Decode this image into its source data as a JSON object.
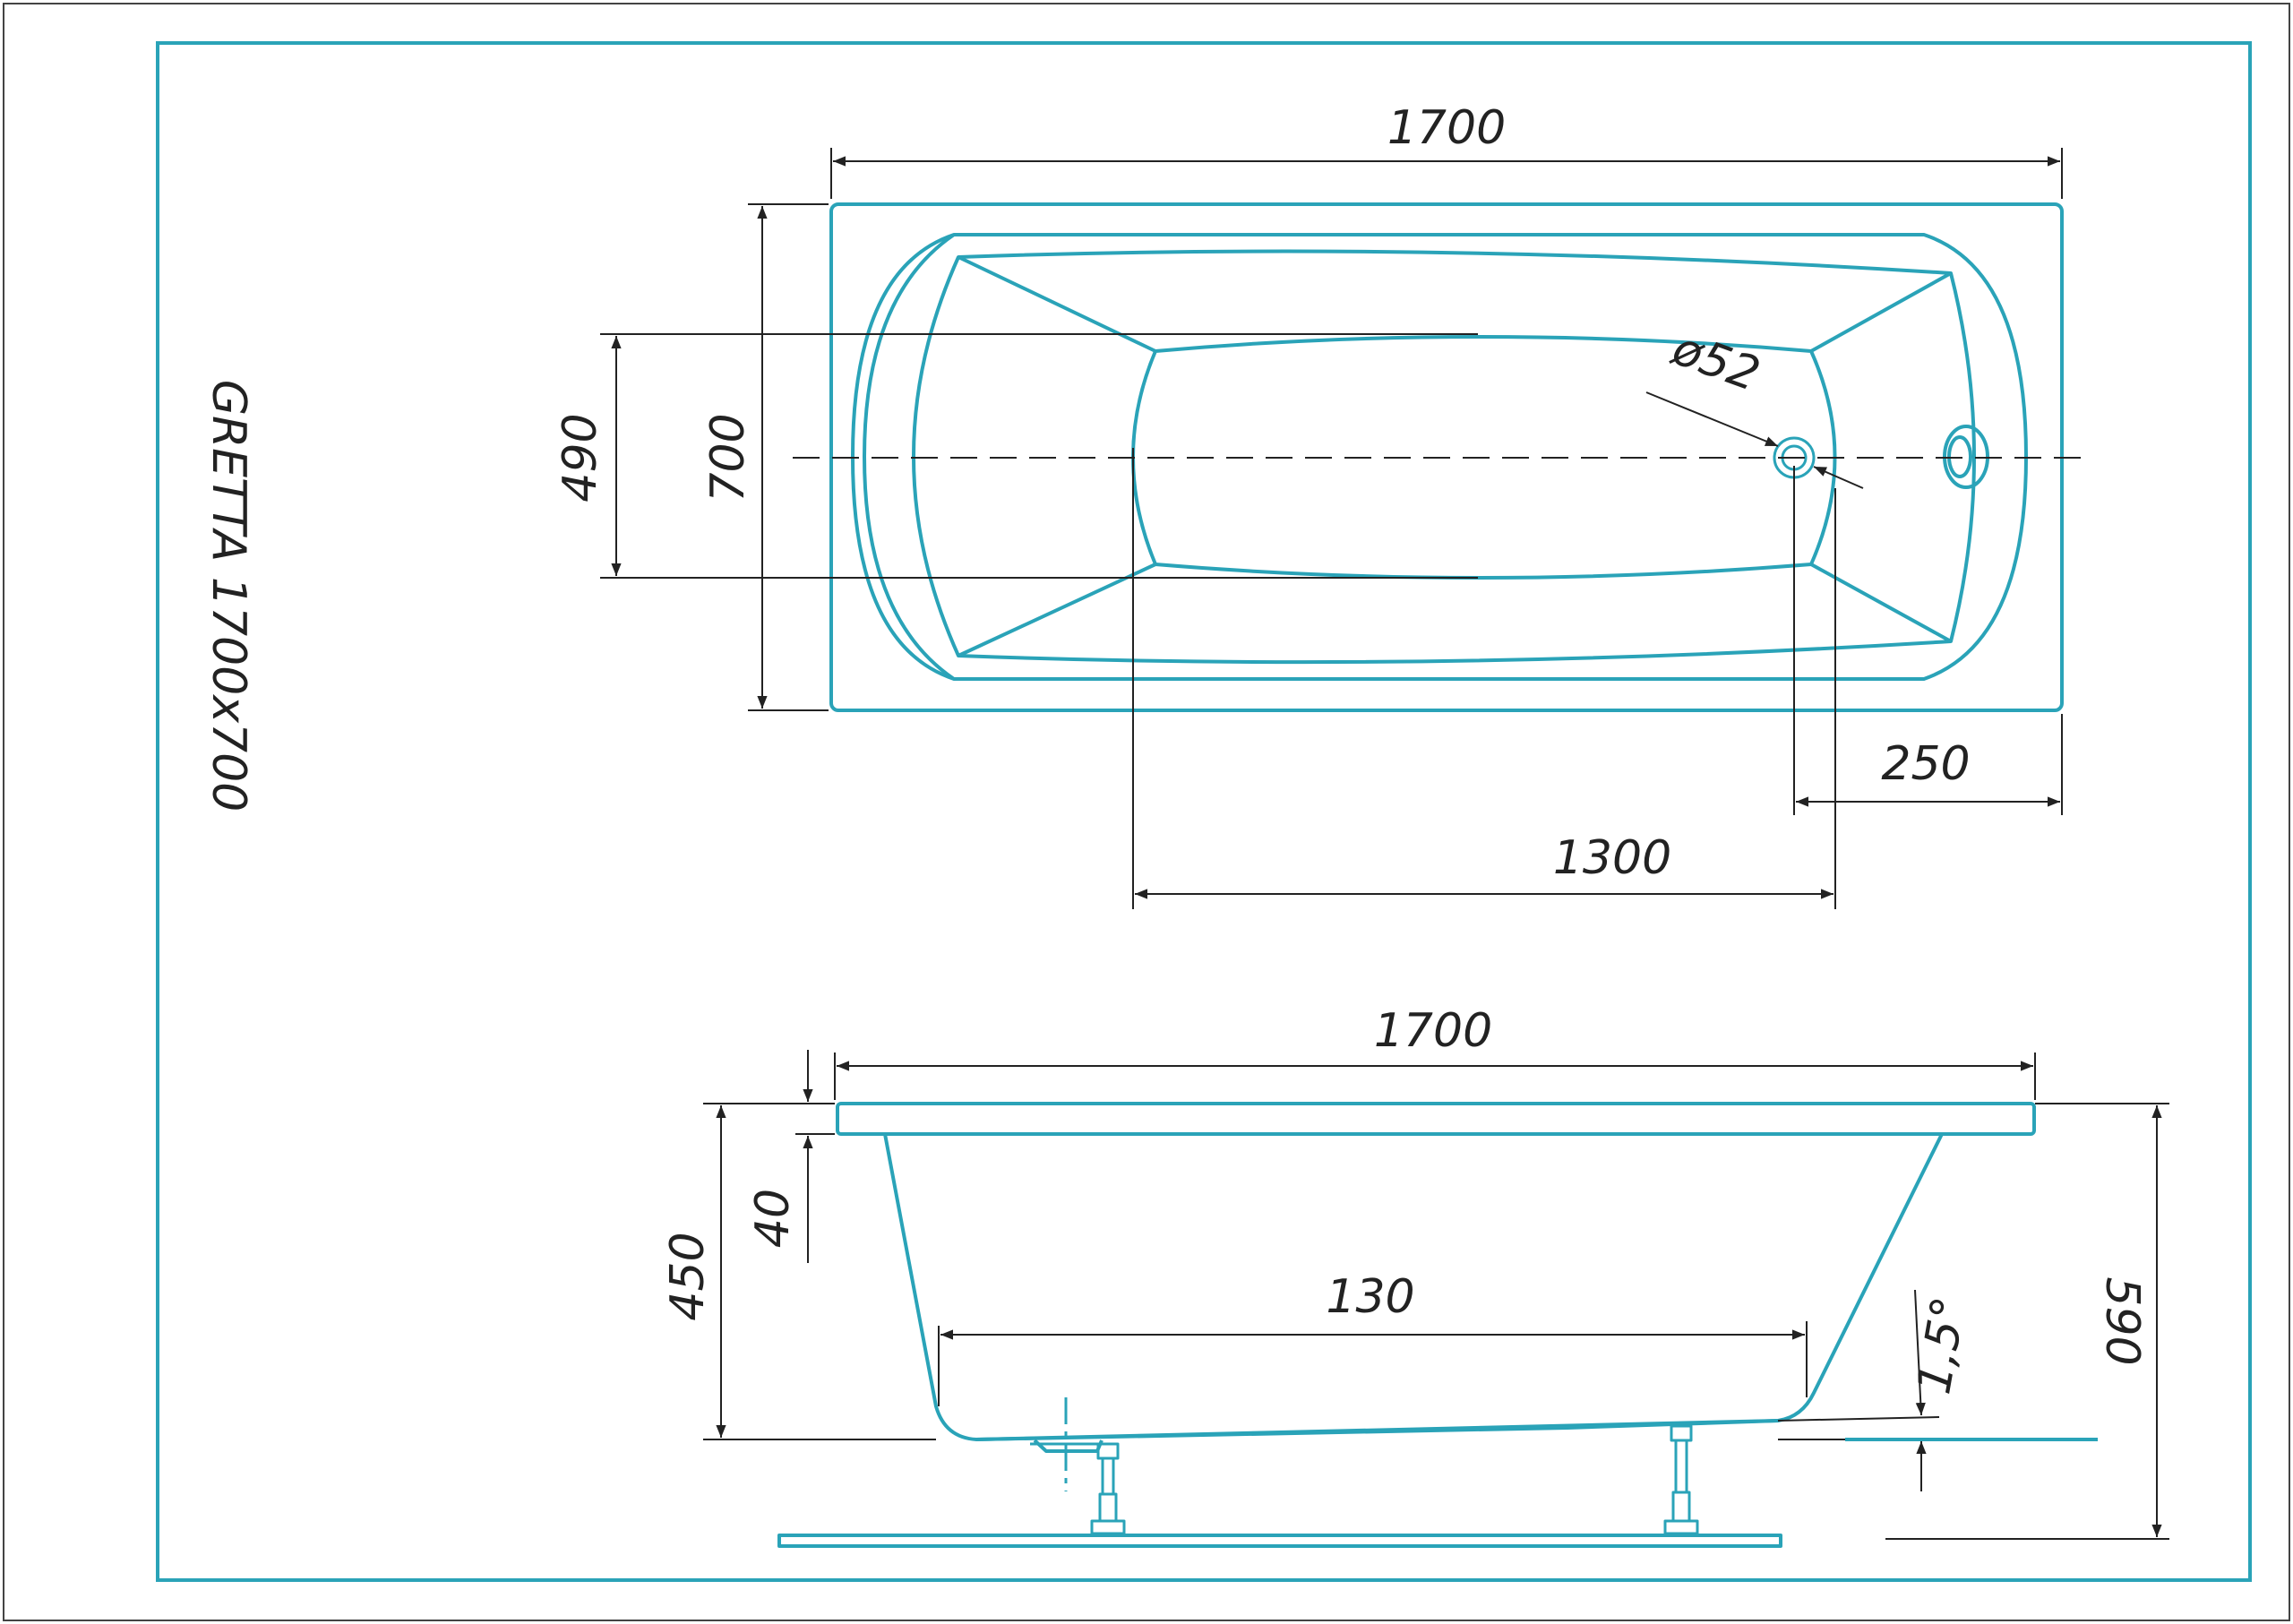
{
  "colors": {
    "outline": "#2aa3b8",
    "dimension": "#222222",
    "background": "#ffffff"
  },
  "title": "GRETTA 1700x700",
  "plan_view": {
    "length": "1700",
    "width": "700",
    "inner_width": "490",
    "drain_diameter": "ø52",
    "drain_offset": "250",
    "inner_length": "1300"
  },
  "side_view": {
    "length": "1700",
    "rim_thickness": "40",
    "depth": "450",
    "bottom_length": "130",
    "slope": "1,5°",
    "total_height": "590"
  }
}
